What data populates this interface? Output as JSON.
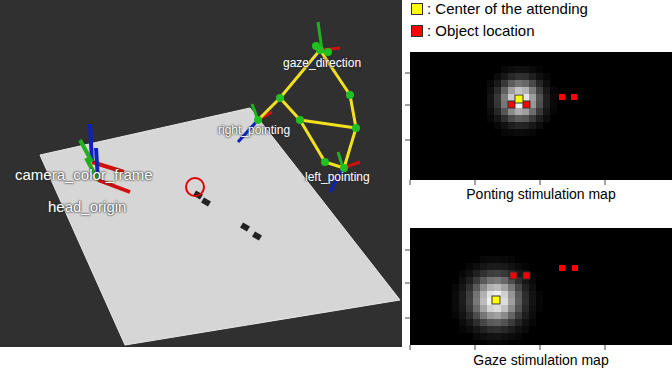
{
  "diagram": {
    "nodes": [
      {
        "text": [
          "Ponting stimulation map"
        ]
      },
      {
        "text": [
          "Gaze stimulation map"
        ]
      }
    ],
    "labels": [
      "camera_color_frame",
      "head_origin",
      "right_pointing",
      "gaze_direction",
      "left_pointing"
    ],
    "legend": [
      {
        "text": ": Center of the attending",
        "color": "#ffff00"
      },
      {
        "text": ": Object location",
        "color": "#ff0000"
      }
    ]
  }
}
